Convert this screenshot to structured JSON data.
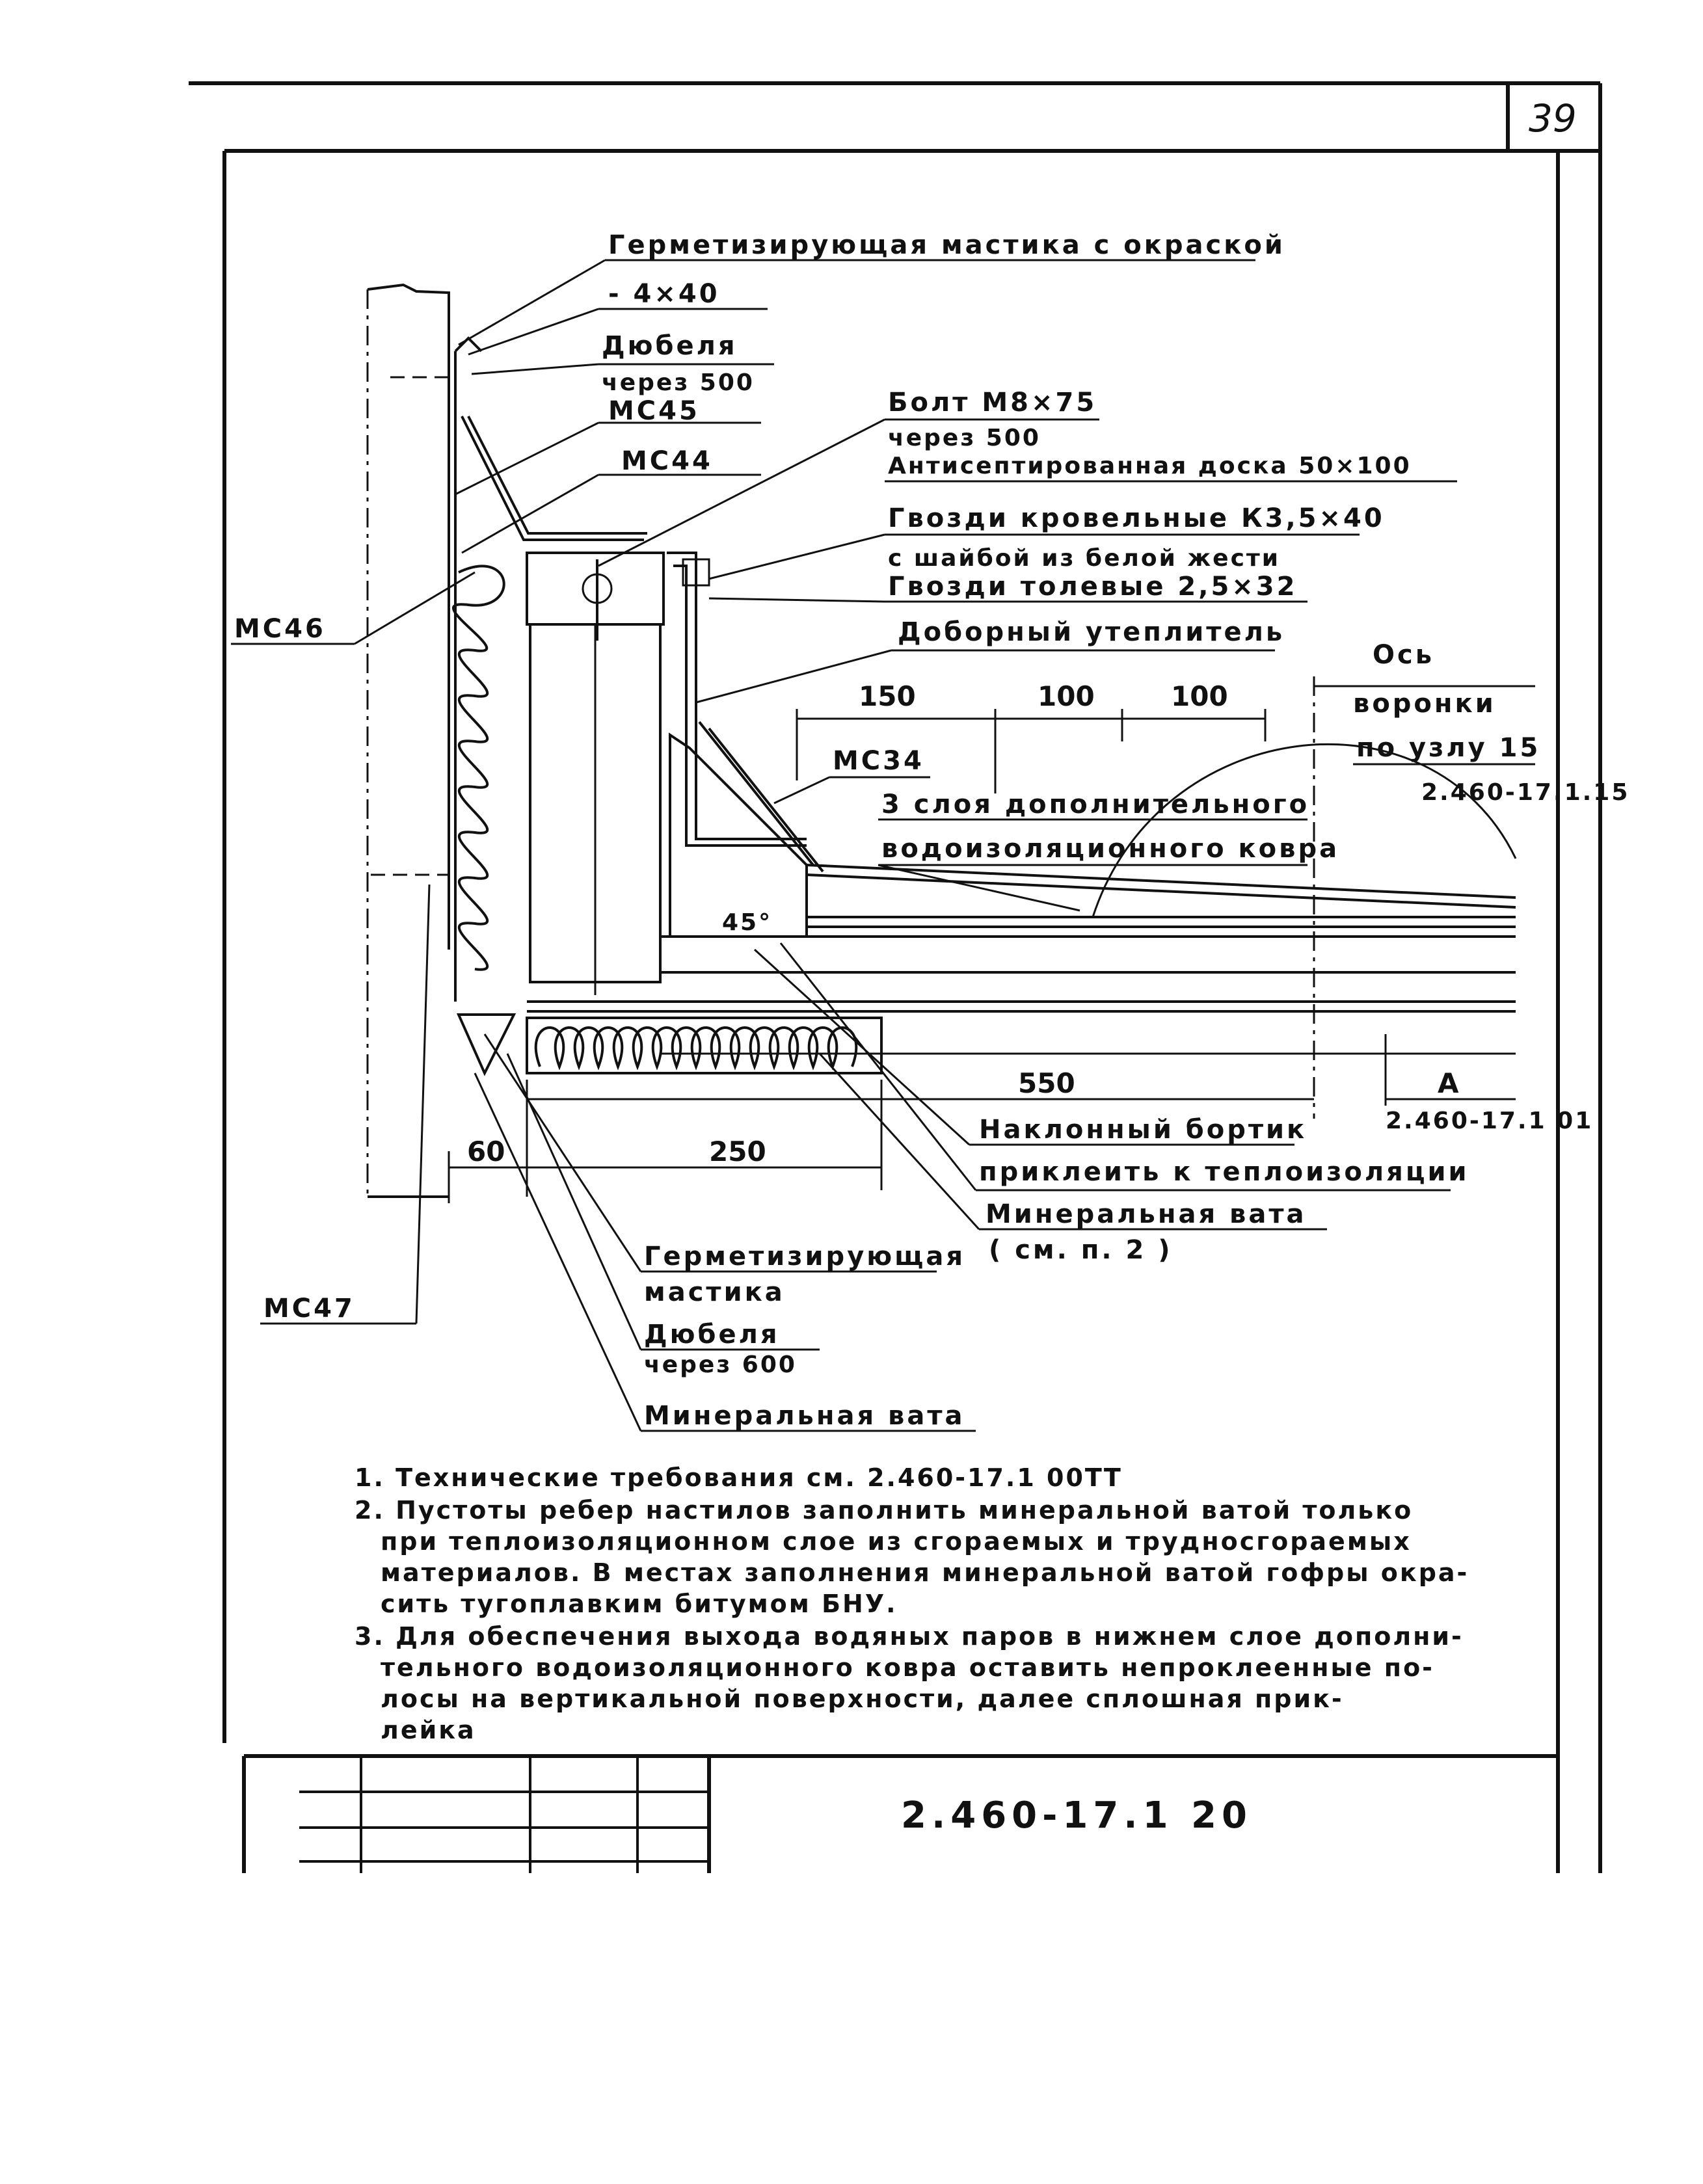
{
  "page_number": "39",
  "drawing_code": "2.460-17.1 20",
  "labels": {
    "sealing_mastic_paint": "Герметизирующая мастика с окраской",
    "strip_4x40": "- 4×40",
    "dowels": "Дюбеля",
    "every_500": "через 500",
    "mc45": "МС45",
    "mc44": "МС44",
    "mc46": "МС46",
    "bolt": "Болт М8×75",
    "every_500_b": "через 500",
    "board": "Антисептированная доска 50×100",
    "roof_nails": "Гвозди кровельные К3,5×40",
    "washer": "с шайбой из белой жести",
    "tar_nails": "Гвозди толевые 2,5×32",
    "extra_insulation": "Доборный утеплитель",
    "axis": "Ось",
    "funnel": "воронки",
    "node": "по узлу 15",
    "node_ref": "2.460-17.1.15",
    "mc34": "МС34",
    "three_layers": "3 слоя дополнительного",
    "waterproof_carpet": "водоизоляционного ковра",
    "slope_45": "45°",
    "sloped_curb": "Наклонный бортик",
    "glue_to_insulation": "приклеить к теплоизоляции",
    "mineral_wool": "Минеральная вата",
    "see_p2": "( см. п. 2 )",
    "sealing_mastic": "Герметизирующая",
    "mastic": "мастика",
    "dowels_b": "Дюбеля",
    "every_600": "через 600",
    "mineral_wool_b": "Минеральная вата",
    "mc47": "МС47",
    "a_mark": "А",
    "a_ref": "2.460-17.1 01"
  },
  "dimensions": {
    "d150": "150",
    "d100a": "100",
    "d100b": "100",
    "d550": "550",
    "d60": "60",
    "d250": "250"
  },
  "notes": [
    "1. Технические требования см. 2.460-17.1 00ТТ",
    "2. Пустоты ребер настилов заполнить минеральной ватой только",
    "при теплоизоляционном слое из сгораемых и трудносгораемых",
    "материалов. В местах заполнения минеральной ватой гофры окра-",
    "сить тугоплавким битумом БНУ.",
    "3. Для обеспечения выхода водяных паров в нижнем слое дополни-",
    "тельного водоизоляционного ковра оставить непроклеенные по-",
    "лосы на вертикальной поверхности, далее сплошная прик-",
    "лейка"
  ]
}
